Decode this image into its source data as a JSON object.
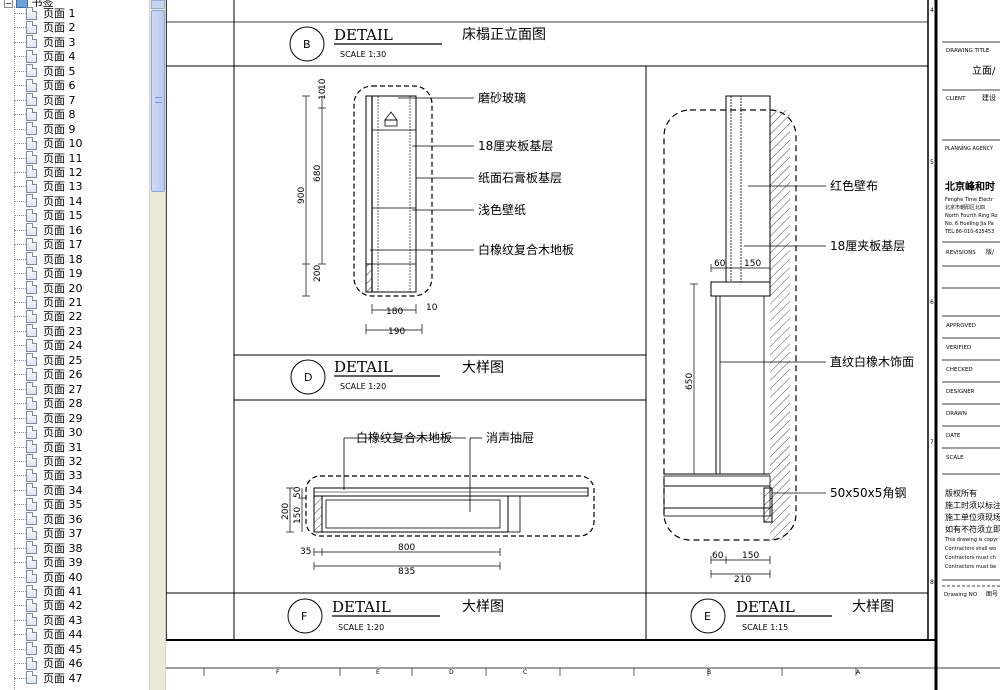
{
  "tree": {
    "root_label": "书签",
    "items": [
      "页面 1",
      "页面 2",
      "页面 3",
      "页面 4",
      "页面 5",
      "页面 6",
      "页面 7",
      "页面 8",
      "页面 9",
      "页面 10",
      "页面 11",
      "页面 12",
      "页面 13",
      "页面 14",
      "页面 15",
      "页面 16",
      "页面 17",
      "页面 18",
      "页面 19",
      "页面 20",
      "页面 21",
      "页面 22",
      "页面 23",
      "页面 24",
      "页面 25",
      "页面 26",
      "页面 27",
      "页面 28",
      "页面 29",
      "页面 30",
      "页面 31",
      "页面 32",
      "页面 33",
      "页面 34",
      "页面 35",
      "页面 36",
      "页面 37",
      "页面 38",
      "页面 39",
      "页面 40",
      "页面 41",
      "页面 42",
      "页面 43",
      "页面 44",
      "页面 45",
      "页面 46",
      "页面 47"
    ]
  },
  "drawing": {
    "detail_b": {
      "marker": "B",
      "title": "DETAIL",
      "scale": "SCALE 1:30",
      "name": "床榻正立面图"
    },
    "detail_d": {
      "marker": "D",
      "title": "DETAIL",
      "scale": "SCALE 1:20",
      "name": "大样图",
      "labels": [
        "磨砂玻璃",
        "18厘夹板基层",
        "纸面石膏板基层",
        "浅色壁纸",
        "白橡纹复合木地板"
      ],
      "dims": {
        "h1": "10",
        "h2": "10",
        "v900": "900",
        "v680": "680",
        "v200": "200",
        "w180": "180",
        "w190": "190",
        "w10": "10"
      }
    },
    "detail_f": {
      "marker": "F",
      "title": "DETAIL",
      "scale": "SCALE 1:20",
      "name": "大样图",
      "labels": [
        "白橡纹复合木地板",
        "消声抽屉"
      ],
      "dims": {
        "v200": "200",
        "v150": "150",
        "v50": "50",
        "w35": "35",
        "w800": "800",
        "w835": "835"
      }
    },
    "detail_e": {
      "marker": "E",
      "title": "DETAIL",
      "scale": "SCALE 1:15",
      "name": "大样图",
      "labels": [
        "红色壁布",
        "18厘夹板基层",
        "直纹白橡木饰面",
        "50x50x5角钢"
      ],
      "dims": {
        "t60": "60",
        "t150": "150",
        "v650": "650",
        "b60": "60",
        "b150": "150",
        "b210": "210"
      }
    },
    "title_block": {
      "drawing_title_label": "DRAWING TITLE",
      "drawing_title_value": "立面/",
      "client_label": "CLIENT",
      "client_value": "建设",
      "planning_label": "PLANNING AGENCY",
      "company_cn": "北京峰和时",
      "company_lines": [
        "Fenghe Time Electr",
        "北京市朝阳区北四",
        "North Fourth Ring Ro",
        "No. 6 Hueling Jia Pa",
        "TEL:86-010-625453"
      ],
      "revisions_label": "REVISIONS",
      "revisions_value": "版/",
      "approved": "APPROVED",
      "verified": "VERIFIED",
      "checked": "CHECKED",
      "designer": "DESIGNER",
      "drawn": "DRAWN",
      "date": "DATE",
      "scale": "SCALE",
      "copyright_lines": [
        "版权所有",
        "施工时须以标注",
        "施工单位须现场",
        "如有不符须立即"
      ],
      "copyright_en": [
        "This drawing is copyr",
        "Contractors shall wo",
        "Contractors must ch",
        "Contractors must be"
      ],
      "drawing_no_label": "Drawing NO",
      "drawing_no_value": "图号"
    },
    "border_letters": [
      "F",
      "E",
      "D",
      "C",
      "B",
      "A"
    ],
    "side_numbers": [
      "4",
      "5",
      "6",
      "7",
      "8"
    ]
  }
}
